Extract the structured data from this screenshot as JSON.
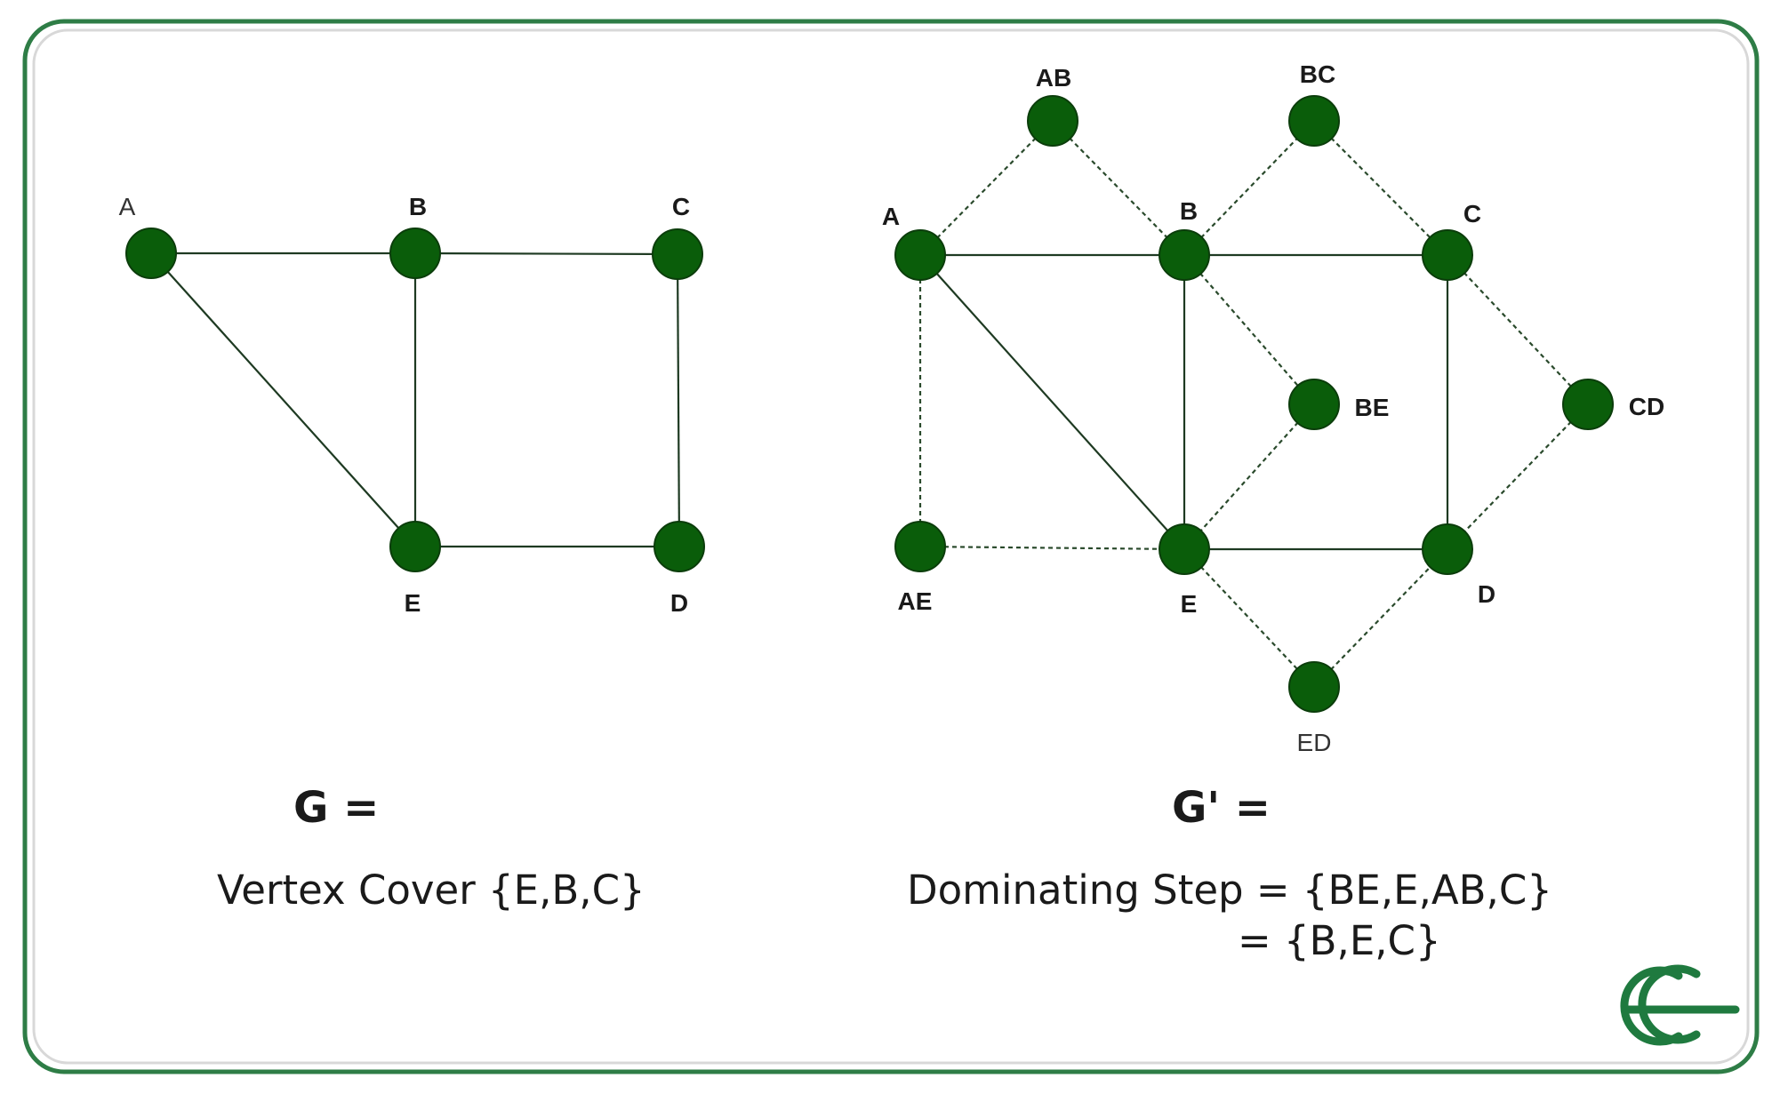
{
  "graph_g": {
    "label": "G =",
    "caption": "Vertex Cover {E,B,C}",
    "nodes": [
      {
        "id": "A",
        "label": "A"
      },
      {
        "id": "B",
        "label": "B"
      },
      {
        "id": "C",
        "label": "C"
      },
      {
        "id": "D",
        "label": "D"
      },
      {
        "id": "E",
        "label": "E"
      }
    ],
    "edges": [
      {
        "from": "A",
        "to": "B",
        "style": "solid"
      },
      {
        "from": "B",
        "to": "C",
        "style": "solid"
      },
      {
        "from": "B",
        "to": "E",
        "style": "solid"
      },
      {
        "from": "A",
        "to": "E",
        "style": "solid"
      },
      {
        "from": "C",
        "to": "D",
        "style": "solid"
      },
      {
        "from": "E",
        "to": "D",
        "style": "solid"
      }
    ]
  },
  "graph_g_prime": {
    "label": "G' =",
    "caption_line1": "Dominating Step = {BE,E,AB,C}",
    "caption_line2": "= {B,E,C}",
    "nodes": [
      {
        "id": "A",
        "label": "A"
      },
      {
        "id": "B",
        "label": "B"
      },
      {
        "id": "C",
        "label": "C"
      },
      {
        "id": "D",
        "label": "D"
      },
      {
        "id": "E",
        "label": "E"
      },
      {
        "id": "AB",
        "label": "AB"
      },
      {
        "id": "BC",
        "label": "BC"
      },
      {
        "id": "BE",
        "label": "BE"
      },
      {
        "id": "CD",
        "label": "CD"
      },
      {
        "id": "AE",
        "label": "AE"
      },
      {
        "id": "ED",
        "label": "ED"
      }
    ],
    "edges": [
      {
        "from": "A",
        "to": "B",
        "style": "solid"
      },
      {
        "from": "B",
        "to": "C",
        "style": "solid"
      },
      {
        "from": "B",
        "to": "E",
        "style": "solid"
      },
      {
        "from": "A",
        "to": "E",
        "style": "solid"
      },
      {
        "from": "C",
        "to": "D",
        "style": "solid"
      },
      {
        "from": "E",
        "to": "D",
        "style": "solid"
      },
      {
        "from": "A",
        "to": "AB",
        "style": "dashed"
      },
      {
        "from": "AB",
        "to": "B",
        "style": "dashed"
      },
      {
        "from": "B",
        "to": "BC",
        "style": "dashed"
      },
      {
        "from": "BC",
        "to": "C",
        "style": "dashed"
      },
      {
        "from": "B",
        "to": "BE",
        "style": "dashed"
      },
      {
        "from": "BE",
        "to": "E",
        "style": "dashed"
      },
      {
        "from": "C",
        "to": "CD",
        "style": "dashed"
      },
      {
        "from": "CD",
        "to": "D",
        "style": "dashed"
      },
      {
        "from": "A",
        "to": "AE",
        "style": "dashed"
      },
      {
        "from": "AE",
        "to": "E",
        "style": "dashed"
      },
      {
        "from": "E",
        "to": "ED",
        "style": "dashed"
      },
      {
        "from": "ED",
        "to": "D",
        "style": "dashed"
      }
    ]
  },
  "logo": {
    "name": "geeksforgeeks-logo-icon",
    "text": "GG"
  },
  "colors": {
    "node_fill": "#0a5d0a",
    "frame": "#2e7d46",
    "logo": "#1f7a3f"
  }
}
